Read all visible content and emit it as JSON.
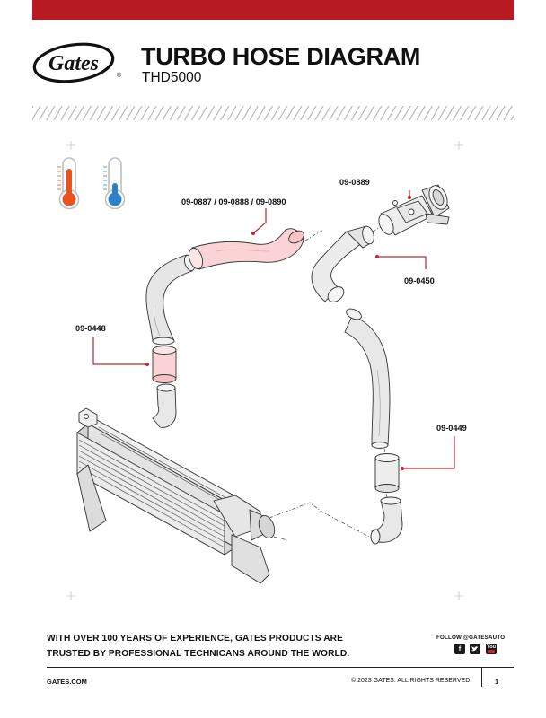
{
  "header": {
    "logo_text": "Gates",
    "title": "TURBO HOSE DIAGRAM",
    "subtitle": "THD5000"
  },
  "colors": {
    "brand_red": "#b81c22",
    "hot": "#e8531f",
    "cold": "#2c82c9",
    "highlight_pink": "#f9d3d6",
    "part_gray": "#e6e6e6",
    "leader_line": "#c2262e"
  },
  "icons": [
    "hot-thermometer-icon",
    "cold-thermometer-icon",
    "facebook-icon",
    "twitter-icon",
    "youtube-icon"
  ],
  "parts": [
    {
      "id": "09-0887 / 09-0888 / 09-0890"
    },
    {
      "id": "09-0889"
    },
    {
      "id": "09-0450"
    },
    {
      "id": "09-0448"
    },
    {
      "id": "09-0449"
    }
  ],
  "footer": {
    "tagline_line1": "WITH OVER 100 YEARS OF EXPERIENCE, GATES PRODUCTS ARE",
    "tagline_line2": "TRUSTED BY PROFESSIONAL TECHNICANS AROUND THE WORLD.",
    "follow": "FOLLOW @GATESAUTO",
    "youtube_label": "You",
    "site": "GATES.COM",
    "copyright": "© 2023 GATES. ALL RIGHTS RESERVED.",
    "page": "1"
  }
}
